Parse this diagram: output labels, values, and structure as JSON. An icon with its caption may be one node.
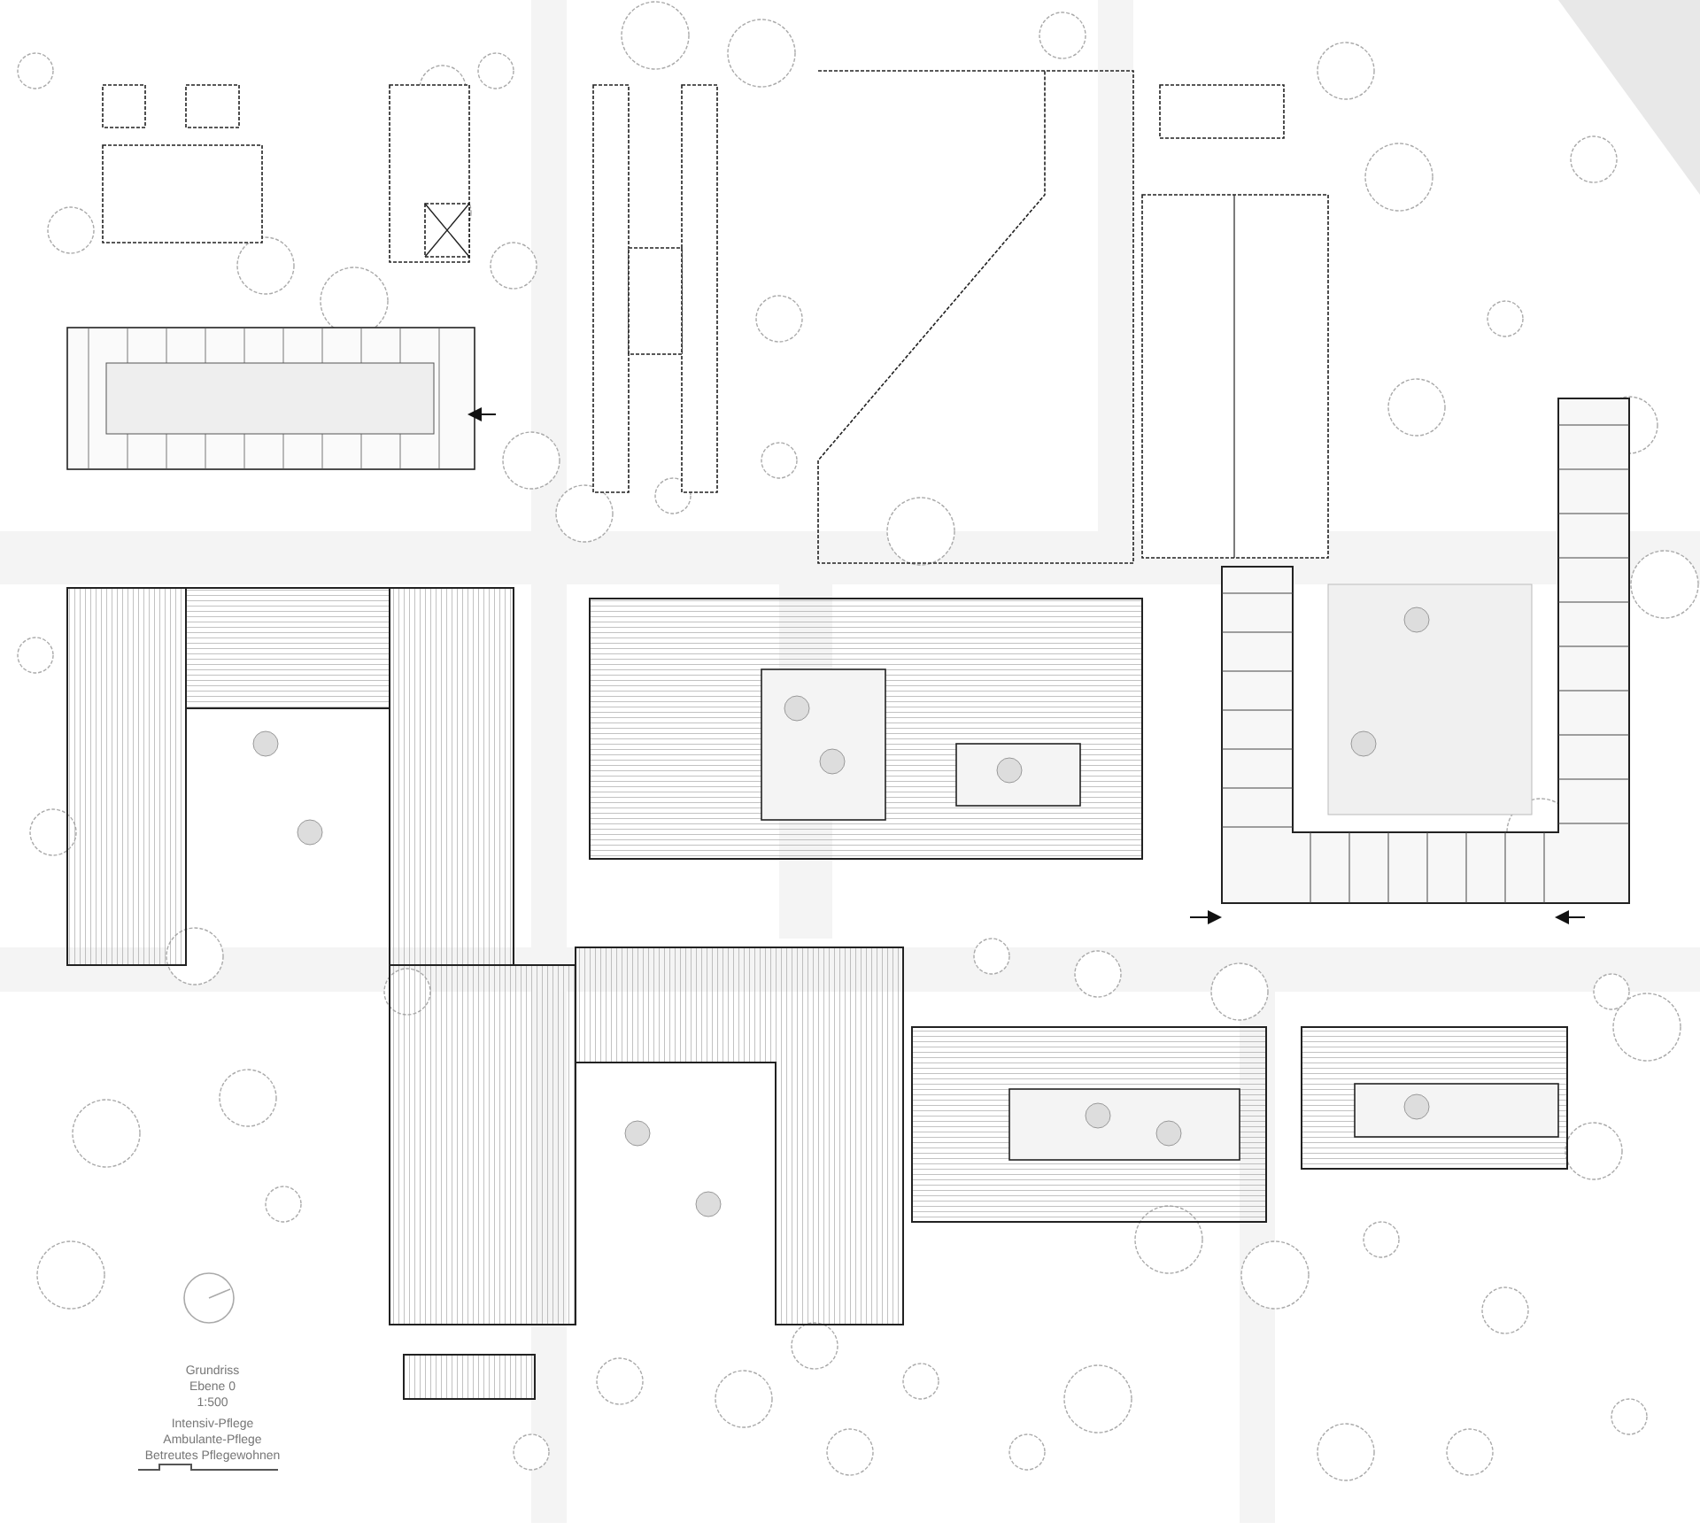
{
  "diagram": {
    "labels": [
      "Grundriss",
      "Ebene 0",
      "1:500",
      "Intensiv-Pflege",
      "Ambulante-Pflege",
      "Betreutes Pflegewohnen"
    ]
  }
}
